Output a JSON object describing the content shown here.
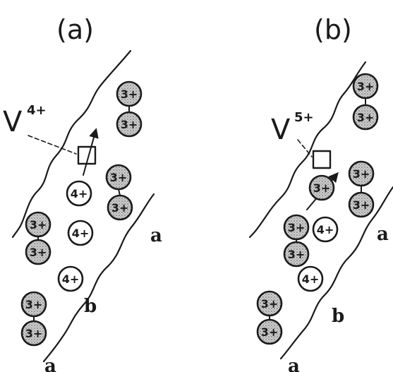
{
  "panels": [
    {
      "id": "a",
      "label": "(a)",
      "vacancy_label": "V",
      "vacancy_charge": "4+",
      "boundary_top_label": "a",
      "boundary_bottom_label": "b",
      "boundary_lower_label": "a",
      "ions": [
        {
          "charge": "3+",
          "shaded": true
        },
        {
          "charge": "3+",
          "shaded": true
        },
        {
          "charge": "3+",
          "shaded": true
        },
        {
          "charge": "3+",
          "shaded": true
        },
        {
          "charge": "4+",
          "shaded": false
        },
        {
          "charge": "4+",
          "shaded": false
        },
        {
          "charge": "4+",
          "shaded": false
        },
        {
          "charge": "3+",
          "shaded": true
        },
        {
          "charge": "3+",
          "shaded": true
        },
        {
          "charge": "3+",
          "shaded": true
        },
        {
          "charge": "3+",
          "shaded": true
        }
      ]
    },
    {
      "id": "b",
      "label": "(b)",
      "vacancy_label": "V",
      "vacancy_charge": "5+",
      "boundary_top_label": "a",
      "boundary_bottom_label": "b",
      "boundary_lower_label": "a",
      "ions": [
        {
          "charge": "3+",
          "shaded": true
        },
        {
          "charge": "3+",
          "shaded": true
        },
        {
          "charge": "3+",
          "shaded": true
        },
        {
          "charge": "3+",
          "shaded": true
        },
        {
          "charge": "3+",
          "shaded": true
        },
        {
          "charge": "4+",
          "shaded": false
        },
        {
          "charge": "3+",
          "shaded": true
        },
        {
          "charge": "3+",
          "shaded": true
        },
        {
          "charge": "4+",
          "shaded": false
        },
        {
          "charge": "3+",
          "shaded": true
        },
        {
          "charge": "3+",
          "shaded": true
        }
      ]
    }
  ],
  "colors": {
    "ink": "#1a1a1a",
    "shade": "#bdbdbd",
    "background": "#ffffff"
  }
}
